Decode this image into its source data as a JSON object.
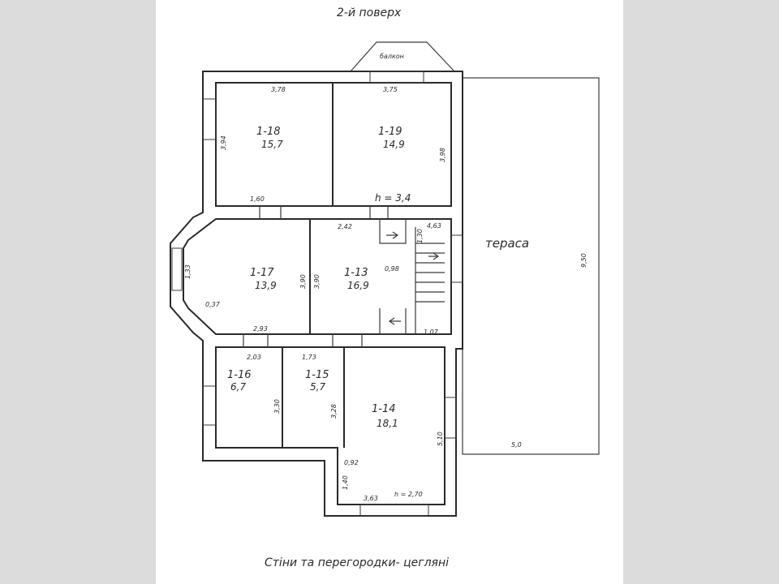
{
  "title": "2-й поверх",
  "footer": "Стіни та перегородки- цегляні",
  "balcony": "балкон",
  "terrace": "тераса",
  "height_upper": "h = 3,4",
  "height_lower": "h = 2,70",
  "rooms": [
    {
      "id": "1-18",
      "area": "15,7"
    },
    {
      "id": "1-19",
      "area": "14,9"
    },
    {
      "id": "1-17",
      "area": "13,9"
    },
    {
      "id": "1-13",
      "area": "16,9"
    },
    {
      "id": "1-16",
      "area": "6,7"
    },
    {
      "id": "1-15",
      "area": "5,7"
    },
    {
      "id": "1-14",
      "area": "18,1"
    }
  ],
  "dims": {
    "d378": "3,78",
    "d375": "3,75",
    "d394": "3,94",
    "d398": "3,98",
    "d160": "1,60",
    "d242": "2,42",
    "d463": "4,63",
    "d133": "1,33",
    "d390a": "3,90",
    "d390b": "3,90",
    "d098": "0,98",
    "d037": "0,37",
    "d293": "2,93",
    "d107": "1,07",
    "d203": "2,03",
    "d173": "1,73",
    "d330": "3,30",
    "d328": "3,28",
    "d510": "5,10",
    "d092": "0,92",
    "d140": "1,40",
    "d363": "3,63",
    "d130": "1,30",
    "dterr": "9,50",
    "dterr2": "5,0"
  }
}
